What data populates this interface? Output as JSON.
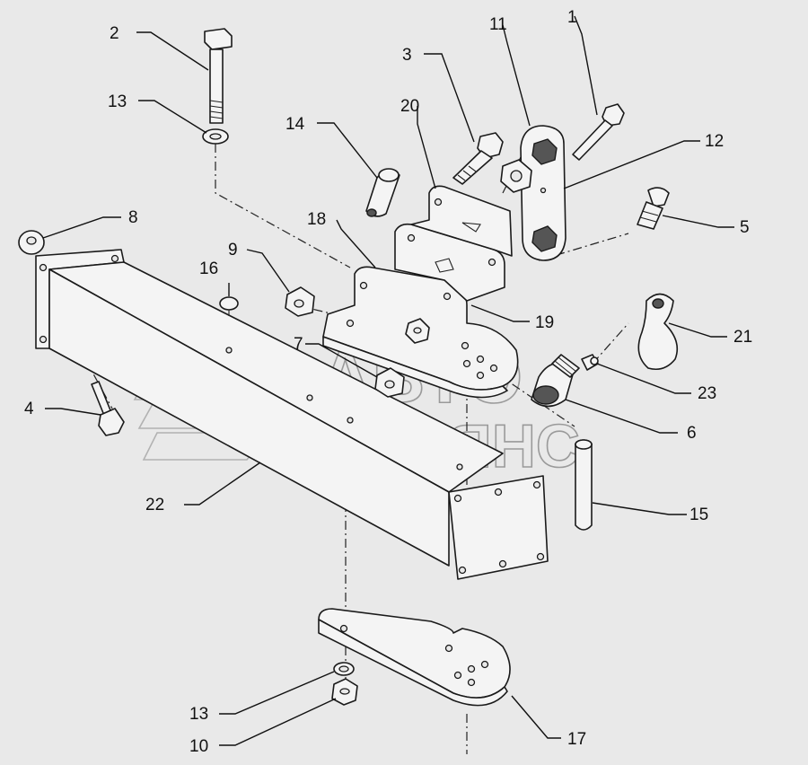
{
  "watermark": {
    "line1": "АВТО",
    "line2": "АЛЬЯНС"
  },
  "callouts": [
    {
      "id": "c2",
      "text": "2"
    },
    {
      "id": "c13a",
      "text": "13"
    },
    {
      "id": "c14",
      "text": "14"
    },
    {
      "id": "c3",
      "text": "3"
    },
    {
      "id": "c20",
      "text": "20"
    },
    {
      "id": "c11",
      "text": "11"
    },
    {
      "id": "c1",
      "text": "1"
    },
    {
      "id": "c12",
      "text": "12"
    },
    {
      "id": "c8",
      "text": "8"
    },
    {
      "id": "c18",
      "text": "18"
    },
    {
      "id": "c5",
      "text": "5"
    },
    {
      "id": "c9",
      "text": "9"
    },
    {
      "id": "c16",
      "text": "16"
    },
    {
      "id": "c19",
      "text": "19"
    },
    {
      "id": "c21",
      "text": "21"
    },
    {
      "id": "c7",
      "text": "7"
    },
    {
      "id": "c23",
      "text": "23"
    },
    {
      "id": "c4",
      "text": "4"
    },
    {
      "id": "c6",
      "text": "6"
    },
    {
      "id": "c22",
      "text": "22"
    },
    {
      "id": "c15",
      "text": "15"
    },
    {
      "id": "c13b",
      "text": "13"
    },
    {
      "id": "c10",
      "text": "10"
    },
    {
      "id": "c17",
      "text": "17"
    }
  ]
}
